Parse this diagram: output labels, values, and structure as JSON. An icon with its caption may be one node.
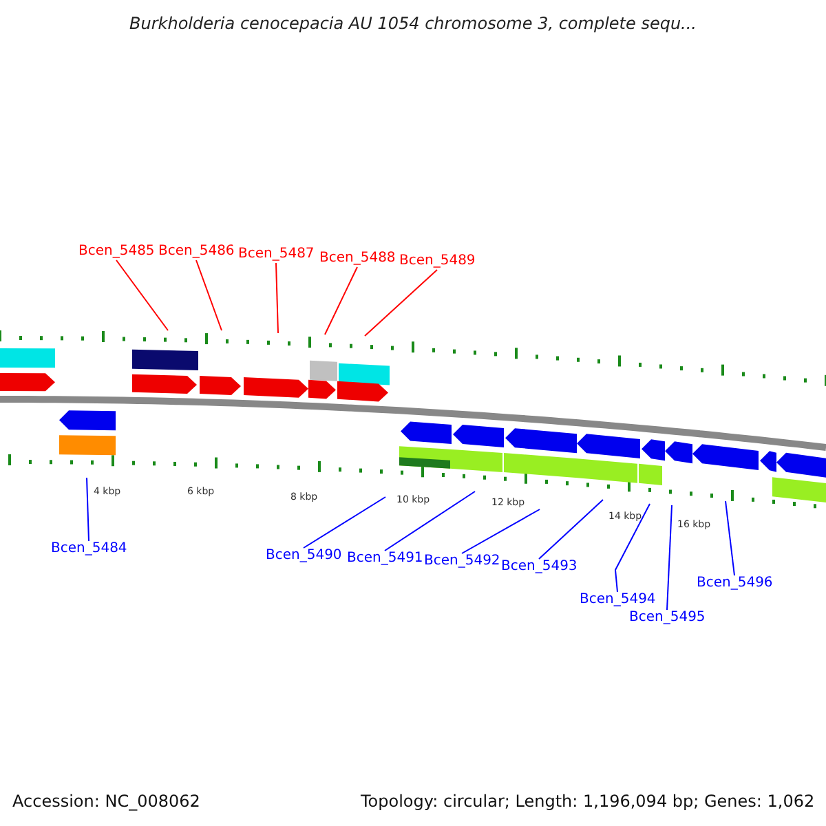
{
  "diagram": {
    "title": "Burkholderia cenocepacia AU 1054 chromosome 3, complete sequ...",
    "nodes": [
      {
        "text": [
          "Bcen_5484"
        ]
      },
      {
        "text": [
          "Bcen_5485"
        ]
      },
      {
        "text": [
          "Bcen_5486"
        ]
      },
      {
        "text": [
          "Bcen_5487"
        ]
      },
      {
        "text": [
          "Bcen_5488"
        ]
      },
      {
        "text": [
          "Bcen_5489"
        ]
      },
      {
        "text": [
          "Bcen_5490"
        ]
      },
      {
        "text": [
          "Bcen_5491"
        ]
      },
      {
        "text": [
          "Bcen_5492"
        ]
      },
      {
        "text": [
          "Bcen_5493"
        ]
      },
      {
        "text": [
          "Bcen_5494"
        ]
      },
      {
        "text": [
          "Bcen_5495"
        ]
      },
      {
        "text": [
          "Bcen_5496"
        ]
      }
    ],
    "edges": [
      {
        "from": 0,
        "to": null,
        "arrow": "none"
      },
      {
        "from": 1,
        "to": null,
        "arrow": "none",
        "color": "#ff0000"
      },
      {
        "from": 2,
        "to": null,
        "arrow": "none",
        "color": "#ff0000"
      },
      {
        "from": 3,
        "to": null,
        "arrow": "none",
        "color": "#ff0000"
      },
      {
        "from": 4,
        "to": null,
        "arrow": "none",
        "color": "#ff0000"
      },
      {
        "from": 5,
        "to": null,
        "arrow": "none",
        "color": "#ff0000"
      },
      {
        "from": 6,
        "to": null,
        "arrow": "none"
      },
      {
        "from": 7,
        "to": null,
        "arrow": "none"
      },
      {
        "from": 8,
        "to": null,
        "arrow": "none"
      },
      {
        "from": 9,
        "to": null,
        "arrow": "none"
      },
      {
        "from": 10,
        "to": null,
        "arrow": "none"
      },
      {
        "from": 11,
        "to": null,
        "arrow": "none"
      },
      {
        "from": 12,
        "to": null,
        "arrow": "none"
      }
    ],
    "labels": [
      "4 kbp",
      "6 kbp",
      "8 kbp",
      "10 kbp",
      "12 kbp",
      "14 kbp",
      "16 kbp",
      "Accession: NC_008062",
      "Topology: circular; Length: 1,196,094 bp; Genes: 1,062"
    ]
  }
}
